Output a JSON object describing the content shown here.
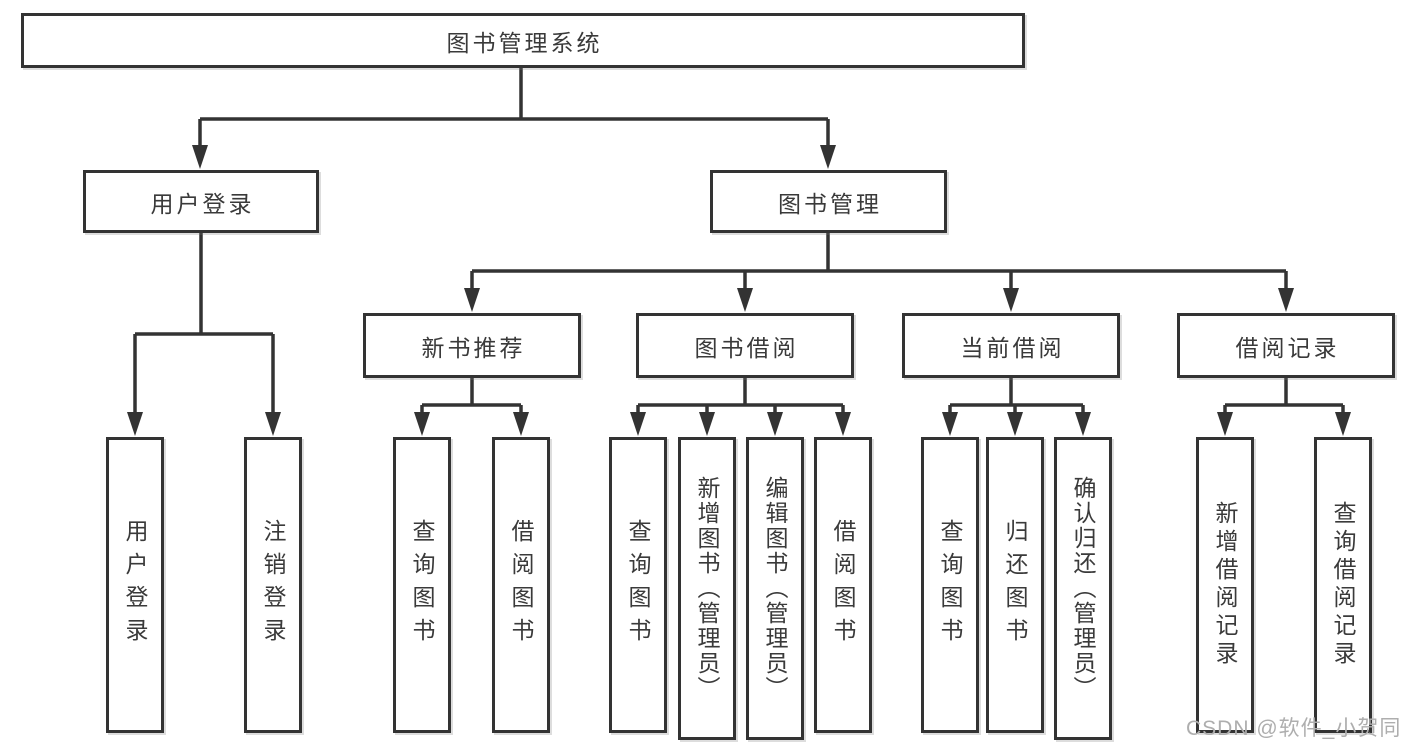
{
  "colors": {
    "line": "#333333",
    "text": "#3a3a3a",
    "background": "#ffffff",
    "watermark_text": "#aeaeae"
  },
  "watermark": "CSDN @软件_小贺同学",
  "tree": {
    "label": "图书管理系统",
    "children": [
      {
        "label": "用户登录",
        "children": [
          {
            "label": "用户登录"
          },
          {
            "label": "注销登录"
          }
        ]
      },
      {
        "label": "图书管理",
        "children": [
          {
            "label": "新书推荐",
            "children": [
              {
                "label": "查询图书"
              },
              {
                "label": "借阅图书"
              }
            ]
          },
          {
            "label": "图书借阅",
            "children": [
              {
                "label": "查询图书"
              },
              {
                "label": "新增图书（管理员）"
              },
              {
                "label": "编辑图书（管理员）"
              },
              {
                "label": "借阅图书"
              }
            ]
          },
          {
            "label": "当前借阅",
            "children": [
              {
                "label": "查询图书"
              },
              {
                "label": "归还图书"
              },
              {
                "label": "确认归还（管理员）"
              }
            ]
          },
          {
            "label": "借阅记录",
            "children": [
              {
                "label": "新增借阅记录"
              },
              {
                "label": "查询借阅记录"
              }
            ]
          }
        ]
      }
    ]
  }
}
